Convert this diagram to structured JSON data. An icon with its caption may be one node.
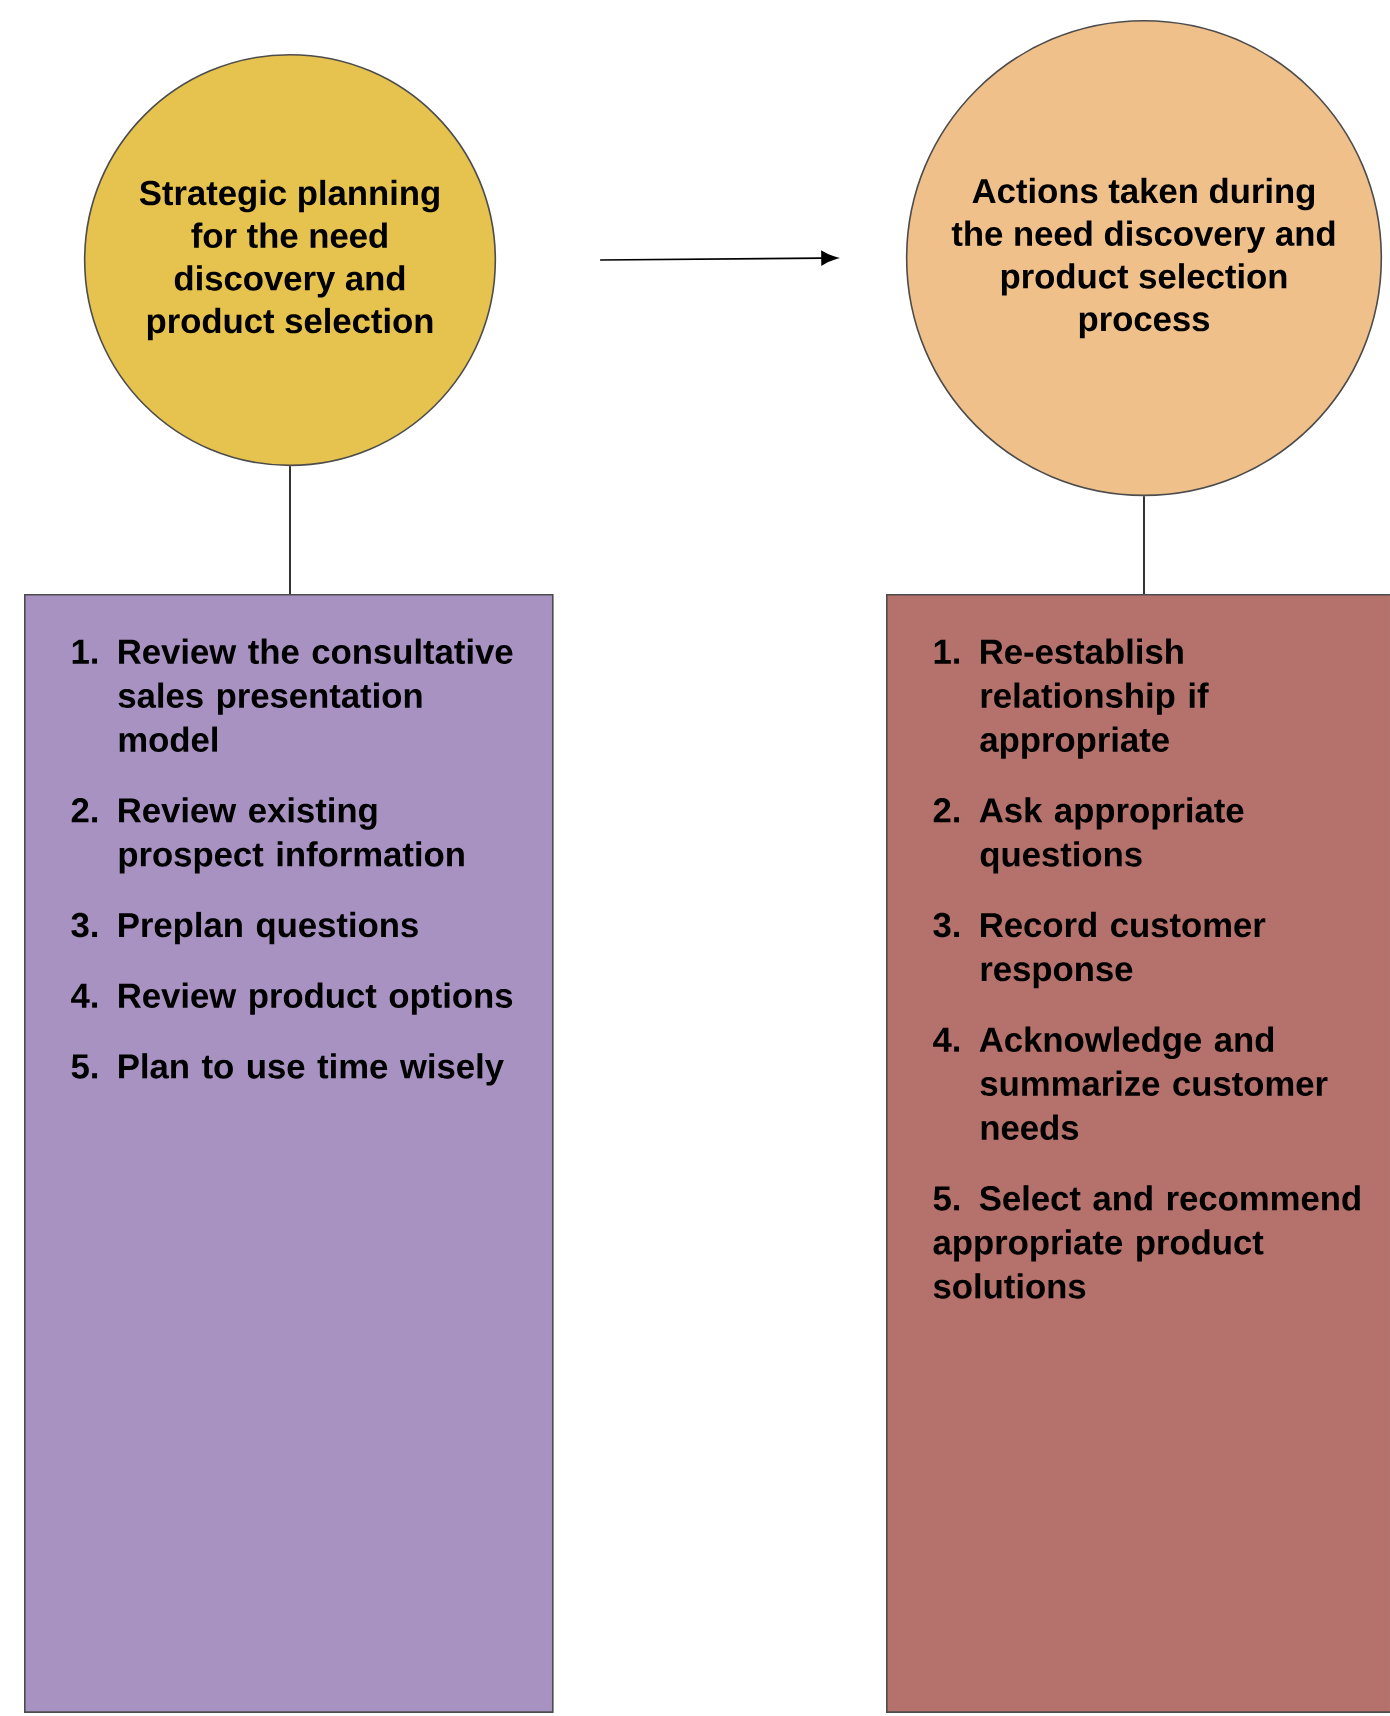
{
  "diagram": {
    "nodes": [
      {
        "text": [
          "Strategic planning for the need discovery and product selection"
        ]
      },
      {
        "text": [
          "Actions taken during the need discovery and product selection process"
        ]
      },
      {
        "text": [
          "1. Review the consultative sales presentation model",
          "2. Review existing prospect information",
          "3. Preplan questions",
          "4. Review product options",
          "5. Plan to use time wisely"
        ]
      },
      {
        "text": [
          "1. Re-establish relationship if appropriate",
          "2. Ask appropriate questions",
          "3. Record customer response",
          "4. Acknowledge and summarize customer needs",
          "5. Select and recommend appropriate product solutions"
        ]
      }
    ],
    "edges": [
      {
        "from": 0,
        "to": 1,
        "arrow": "to"
      },
      {
        "from": 0,
        "to": 2,
        "arrow": "none"
      },
      {
        "from": 1,
        "to": 3,
        "arrow": "none"
      }
    ]
  }
}
